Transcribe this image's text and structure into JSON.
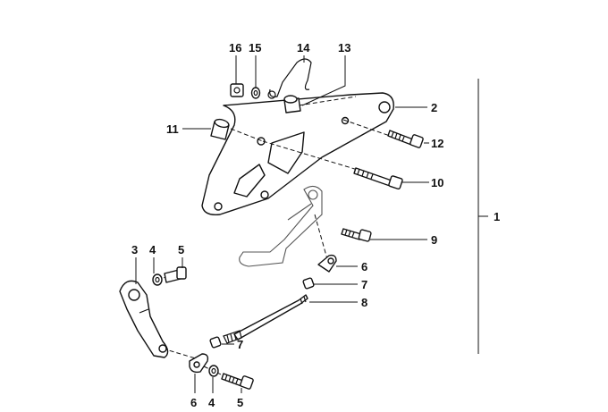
{
  "labels": {
    "l1": "1",
    "l2": "2",
    "l3": "3",
    "l4a": "4",
    "l4b": "4",
    "l5a": "5",
    "l5b": "5",
    "l6a": "6",
    "l6b": "6",
    "l7a": "7",
    "l7b": "7",
    "l8": "8",
    "l9": "9",
    "l10": "10",
    "l11": "11",
    "l12": "12",
    "l13": "13",
    "l14": "14",
    "l15": "15",
    "l16": "16"
  }
}
